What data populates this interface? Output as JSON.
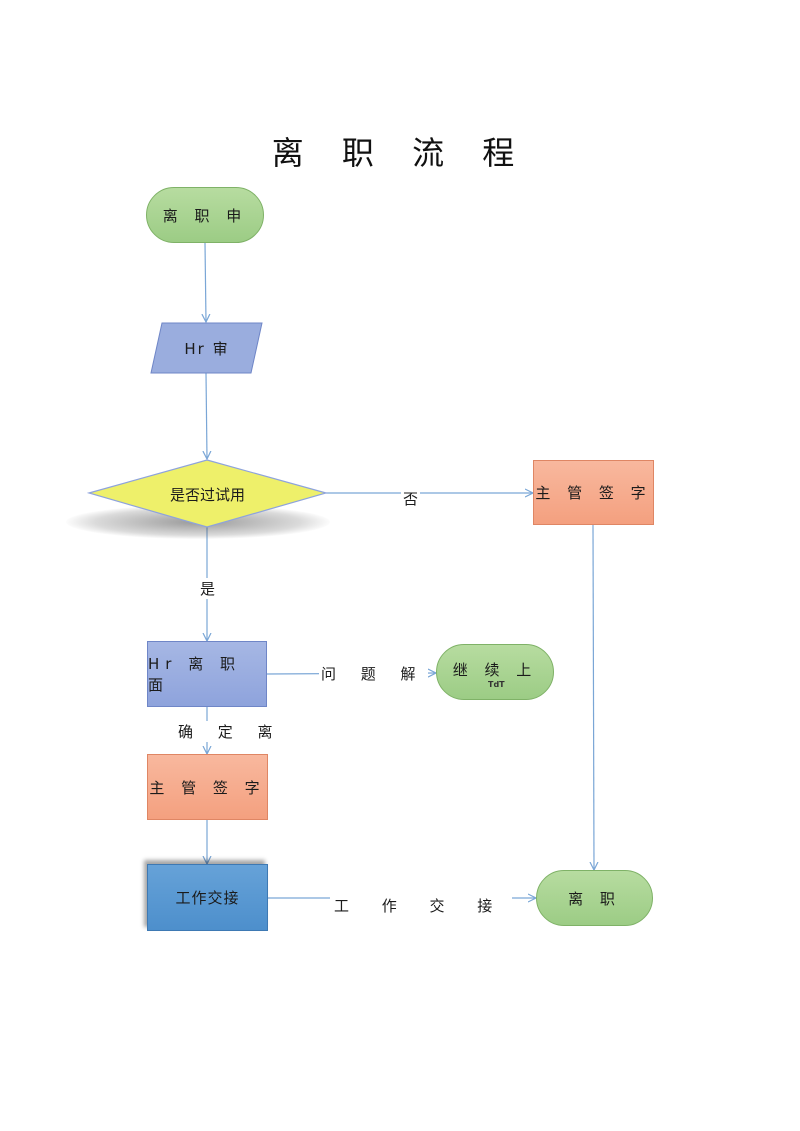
{
  "title": "离 职 流 程",
  "nodes": {
    "apply": "离 职 申",
    "hr_review": "Hr 审",
    "probation_decision": "是否过试用",
    "manager_sign_right": "主 管 签 字",
    "hr_interview": "Hr 离 职 面",
    "continue_work": "继 续 上",
    "continue_work_sub": "TdT",
    "manager_sign_left": "主 管 签 字",
    "handover": "工作交接",
    "resign": "离 职"
  },
  "edge_labels": {
    "no": "否",
    "yes": "是",
    "problem_solved": "问 题 解",
    "confirm_leave": "确 定 离",
    "handover_flow": "工 作 交 接"
  },
  "colors": {
    "green": "#a6d18f",
    "salmon": "#f6aa8a",
    "light_blue": "#9aadde",
    "dark_blue": "#5897d1",
    "yellow": "#eef06a",
    "connector": "#7aa6d6"
  }
}
